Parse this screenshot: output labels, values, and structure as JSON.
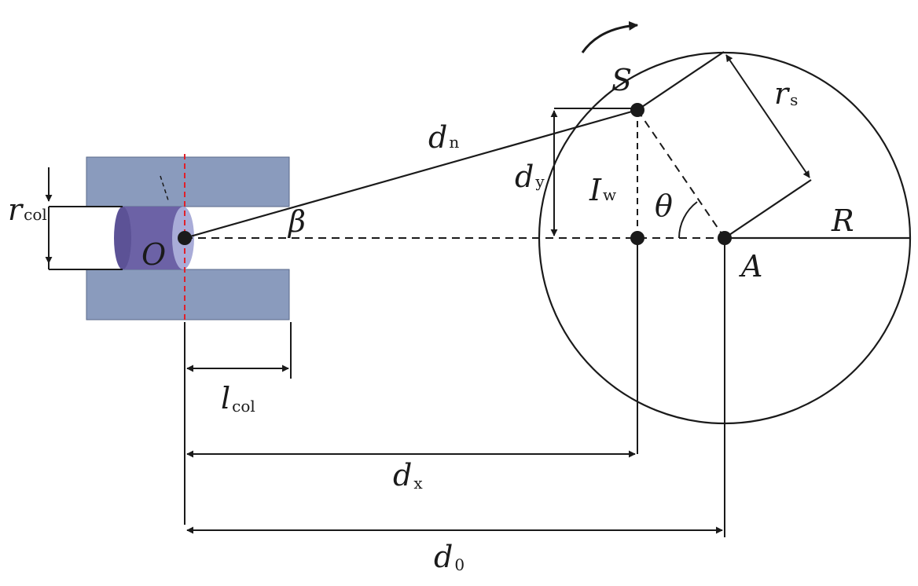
{
  "labels": {
    "r_col_main": "r",
    "r_col_sub": "col",
    "O": "O",
    "beta": "β",
    "d_n_main": "d",
    "d_n_sub": "n",
    "S": "S",
    "r_s_main": "r",
    "r_s_sub": "s",
    "d_y_main": "d",
    "d_y_sub": "y",
    "I_w_main": "I",
    "I_w_sub": "w",
    "theta": "θ",
    "R": "R",
    "A": "A",
    "l_col_main": "l",
    "l_col_sub": "col",
    "d_x_main": "d",
    "d_x_sub": "x",
    "d_0_main": "d",
    "d_0_sub": "0"
  },
  "colors": {
    "collimator_plate": "#8a9bbd",
    "collimator_cylinder": "#6c62a6",
    "cylinder_face": "#a9acd8",
    "center_axis": "#e0202a",
    "line": "#1a1a1a"
  }
}
